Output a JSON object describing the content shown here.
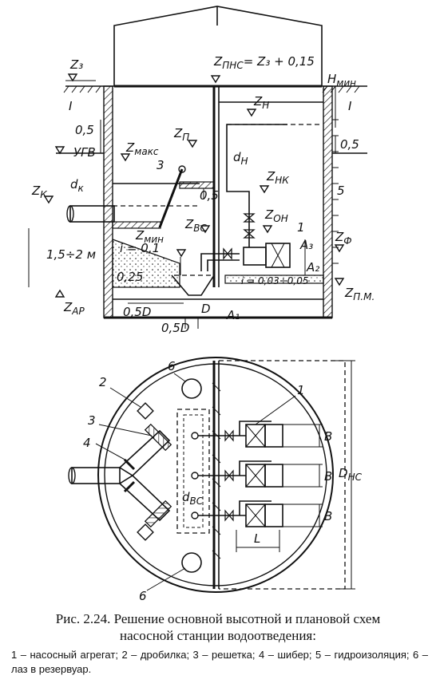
{
  "figure": {
    "caption_line1": "Рис. 2.24. Решение основной высотной и плановой схем",
    "caption_line2": "насосной станции водоотведения:",
    "legend": "1 – насосный агрегат; 2 – дробилка; 3 – решетка; 4 – шибер; 5 – гидроизоляция; 6 – лаз в резервуар."
  },
  "section_view": {
    "z_ground": "Z₃",
    "z_pns": "Z",
    "z_pns_sub": "ПНС",
    "z_pns_formula": "= Z₃ + 0,15",
    "h_min": "H",
    "h_min_sub": "мин",
    "section_mark_left": "I",
    "section_mark_right": "I",
    "dim_05_left": "0,5",
    "ugv": "УГВ",
    "dim_05_right": "0,5",
    "z_maks": "Z",
    "z_maks_sub": "макс",
    "z_p": "Z",
    "z_p_sub": "П",
    "z_n": "Z",
    "z_n_sub": "Н",
    "d_n": "d",
    "d_n_sub": "Н",
    "z_nk": "Z",
    "z_nk_sub": "НК",
    "d_k": "d",
    "d_k_sub": "к",
    "z_k": "Z",
    "z_k_sub": "К",
    "label_3": "3",
    "label_5": "5",
    "label_1": "1",
    "dim_05_screen": "0,5",
    "dim_height": "1,5÷2 м",
    "slope": "i = 0,1",
    "z_min": "Z",
    "z_min_sub": "мин",
    "z_vs": "Z",
    "z_vs_sub": "ВС",
    "z_on": "Z",
    "z_on_sub": "ОН",
    "z_f": "Z",
    "z_f_sub": "Ф",
    "a3": "A₃",
    "a2": "A₂",
    "a1": "A₁",
    "dim_025": "0,25",
    "slope_floor": "i = 0,03÷0,05",
    "z_ar": "Z",
    "z_ar_sub": "АР",
    "z_pm": "Z",
    "z_pm_sub": "П.М.",
    "dim_05d_a": "0,5D",
    "dim_05d_b": "0,5D",
    "dim_d": "D"
  },
  "plan_view": {
    "label_6_top": "6",
    "label_6_bottom": "6",
    "label_2": "2",
    "label_3": "3",
    "label_4": "4",
    "label_1": "1",
    "d_vs": "d",
    "d_vs_sub": "ВС",
    "b1": "B",
    "b2": "B",
    "b3": "B",
    "l": "L",
    "d_ns": "D",
    "d_ns_sub": "НС"
  }
}
